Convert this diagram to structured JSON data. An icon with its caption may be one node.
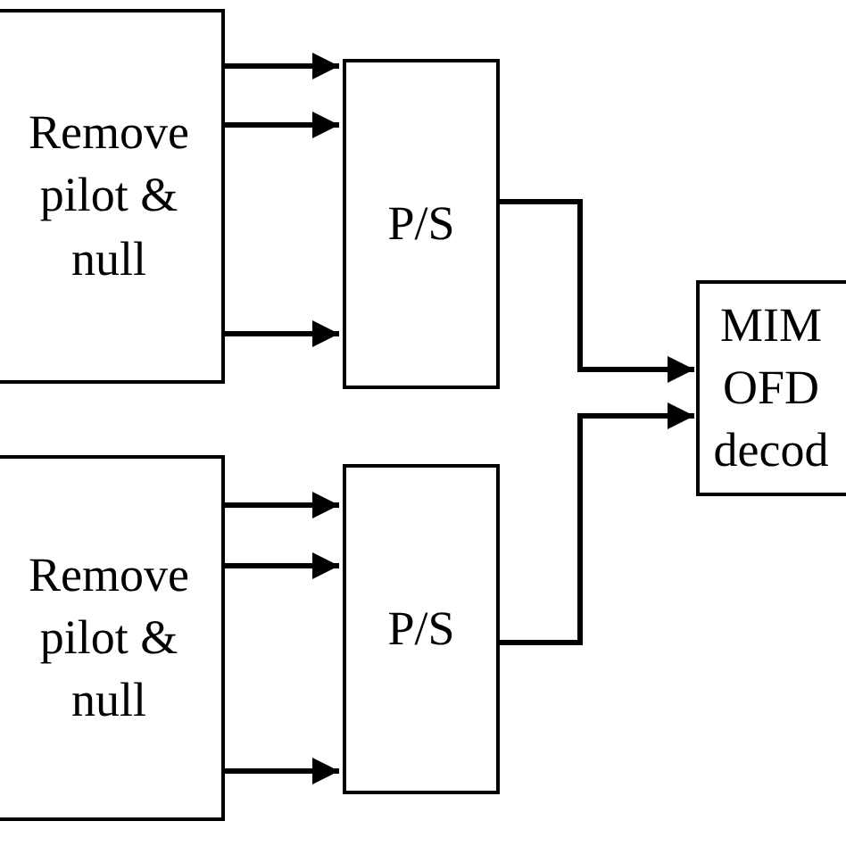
{
  "diagram": {
    "nodes": [
      {
        "text": [
          "Remove pilot & null"
        ]
      },
      {
        "text": [
          "P/S"
        ]
      },
      {
        "text": [
          "Remove pilot & null"
        ]
      },
      {
        "text": [
          "P/S"
        ]
      },
      {
        "text": [
          "MIM OFD decod"
        ]
      }
    ],
    "edges": [
      {
        "from": 0,
        "to": 1,
        "arrow": "to"
      },
      {
        "from": 0,
        "to": 1,
        "arrow": "to"
      },
      {
        "from": 0,
        "to": 1,
        "arrow": "to"
      },
      {
        "from": 2,
        "to": 3,
        "arrow": "to"
      },
      {
        "from": 2,
        "to": 3,
        "arrow": "to"
      },
      {
        "from": 2,
        "to": 3,
        "arrow": "to"
      },
      {
        "from": 1,
        "to": 4,
        "arrow": "to"
      },
      {
        "from": 3,
        "to": 4,
        "arrow": "to"
      }
    ]
  }
}
